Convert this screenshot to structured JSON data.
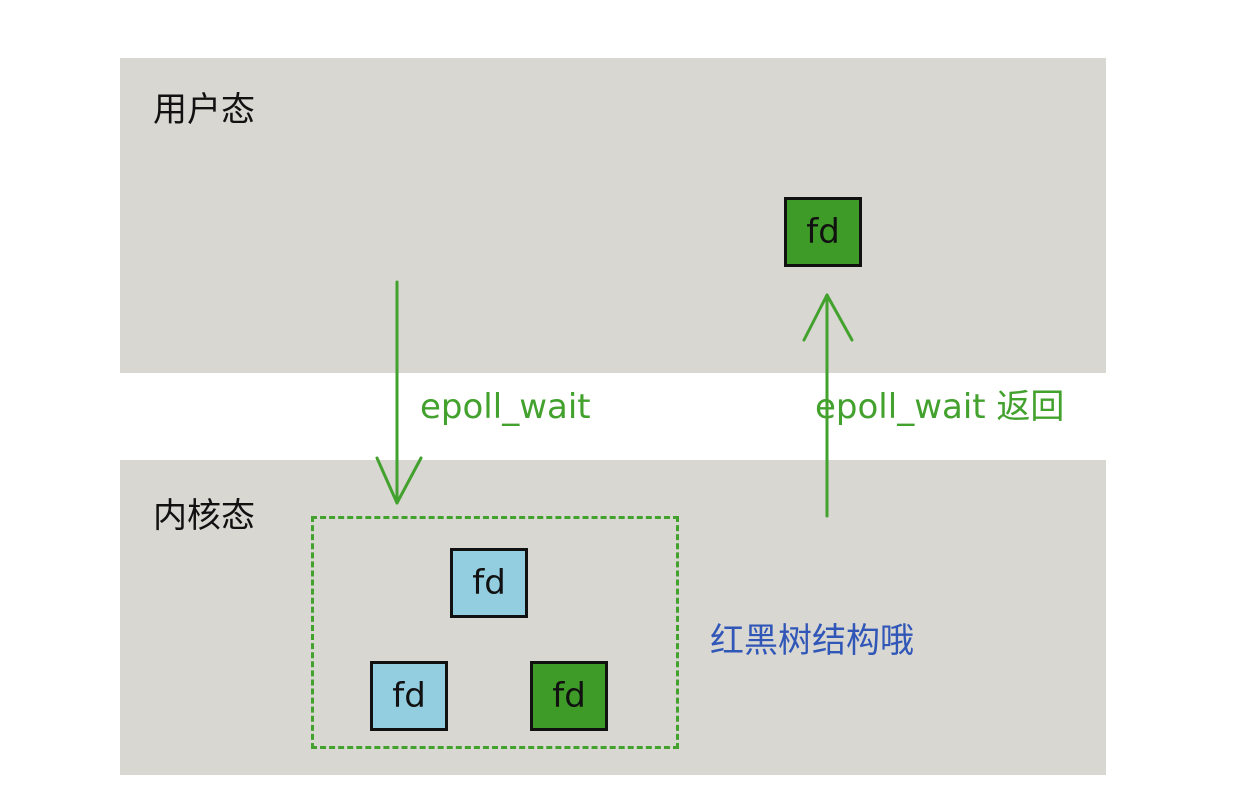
{
  "regions": {
    "user_label": "用户态",
    "kernel_label": "内核态"
  },
  "fd_boxes": {
    "user_fd": "fd",
    "tree_root": "fd",
    "tree_left": "fd",
    "tree_right": "fd"
  },
  "arrows": {
    "wait_label": "epoll_wait",
    "return_label": "epoll_wait 返回"
  },
  "tree_caption": "红黑树结构哦",
  "colors": {
    "region": "#d8d7d1",
    "ready_fd": "#3f9b28",
    "normal_fd": "#93cde0",
    "arrow": "#43a12e",
    "caption": "#3056b8"
  }
}
